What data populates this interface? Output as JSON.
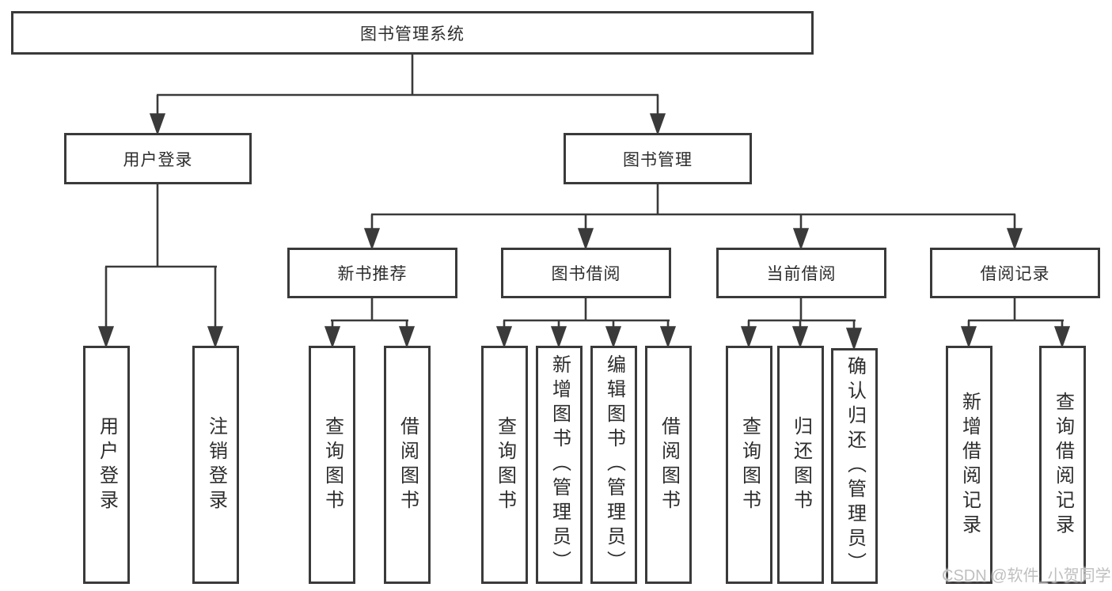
{
  "tree": {
    "label": "图书管理系统",
    "children": [
      {
        "label": "用户登录",
        "children": [
          {
            "label": "用户登录"
          },
          {
            "label": "注销登录"
          }
        ]
      },
      {
        "label": "图书管理",
        "children": [
          {
            "label": "新书推荐",
            "children": [
              {
                "label": "查询图书"
              },
              {
                "label": "借阅图书"
              }
            ]
          },
          {
            "label": "图书借阅",
            "children": [
              {
                "label": "查询图书"
              },
              {
                "label": "新增图书（管理员）"
              },
              {
                "label": "编辑图书（管理员）"
              },
              {
                "label": "借阅图书"
              }
            ]
          },
          {
            "label": "当前借阅",
            "children": [
              {
                "label": "查询图书"
              },
              {
                "label": "归还图书"
              },
              {
                "label": "确认归还（管理员）"
              }
            ]
          },
          {
            "label": "借阅记录",
            "children": [
              {
                "label": "新增借阅记录"
              },
              {
                "label": "查询借阅记录"
              }
            ]
          }
        ]
      }
    ]
  },
  "watermark": {
    "text": "CSDN @软件_小贺同学"
  },
  "colors": {
    "line": "#3a3a3a",
    "box_border": "#3a3a3a",
    "text": "#2d2d2d",
    "watermark": "#bfbfbf",
    "background": "#ffffff"
  }
}
